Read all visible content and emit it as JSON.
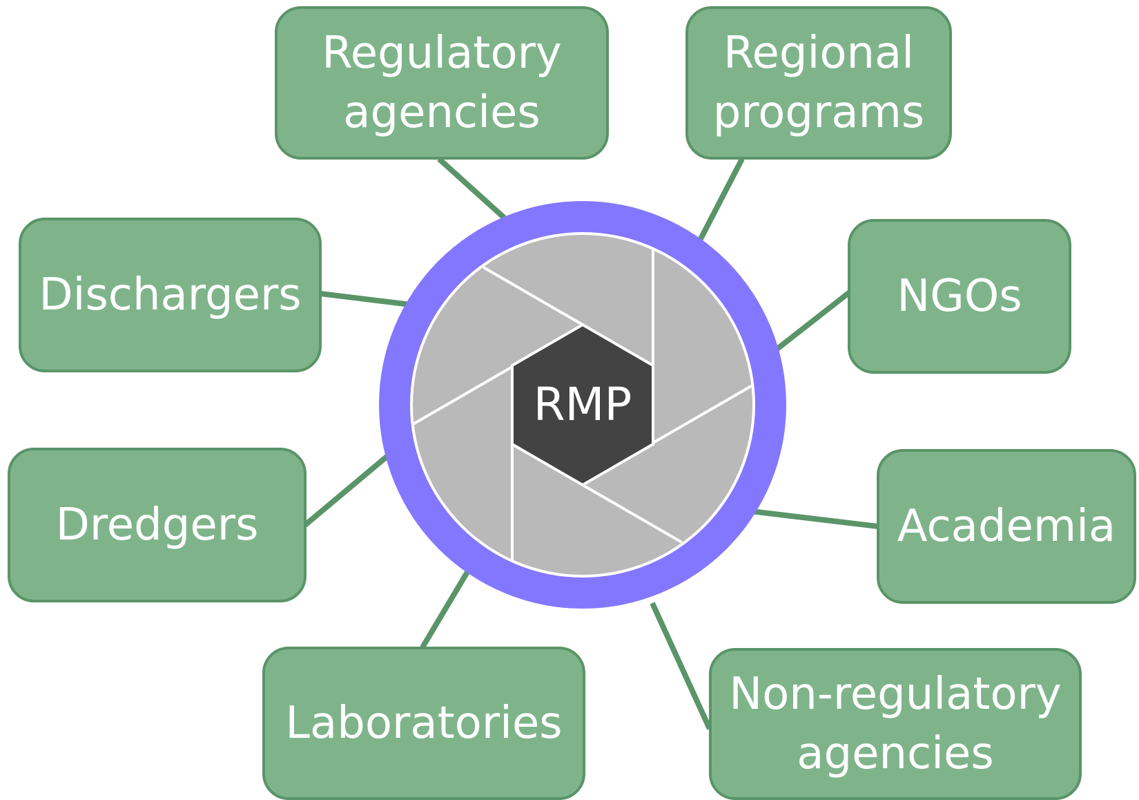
{
  "center": {
    "label": "RMP"
  },
  "stakeholders": [
    {
      "id": "regulatory-agencies",
      "lines": [
        "Regulatory",
        "agencies"
      ]
    },
    {
      "id": "regional-programs",
      "lines": [
        "Regional",
        "programs"
      ]
    },
    {
      "id": "dischargers",
      "lines": [
        "Dischargers"
      ]
    },
    {
      "id": "ngos",
      "lines": [
        "NGOs"
      ]
    },
    {
      "id": "dredgers",
      "lines": [
        "Dredgers"
      ]
    },
    {
      "id": "academia",
      "lines": [
        "Academia"
      ]
    },
    {
      "id": "laboratories",
      "lines": [
        "Laboratories"
      ]
    },
    {
      "id": "non-regulatory-agencies",
      "lines": [
        "Non-regulatory",
        "agencies"
      ]
    }
  ],
  "colors": {
    "node_fill": "#7fb48b",
    "node_border": "#5a9468",
    "connector": "#5a9468",
    "ring": "#8477ff",
    "aperture_blades": "#b9b9b9",
    "center_hexagon": "#434343",
    "text": "#ffffff"
  }
}
